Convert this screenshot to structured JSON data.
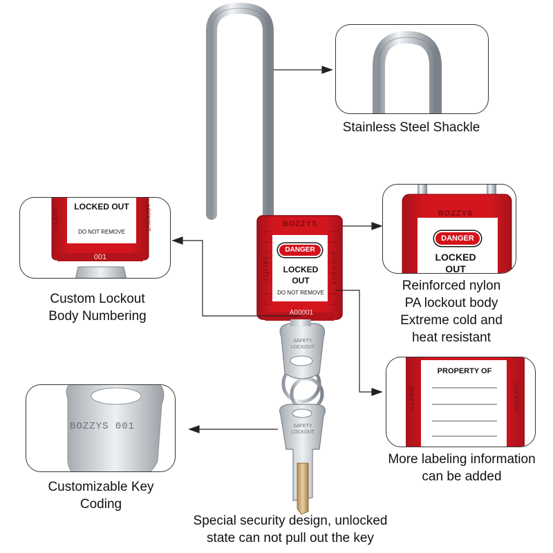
{
  "lock": {
    "brand": "BOZZYS",
    "side_left": "SAFETY",
    "side_right": "LOCKOUT",
    "danger": "DANGER",
    "locked_out": "LOCKED OUT",
    "do_not_remove": "DO NOT REMOVE",
    "serial": "A00001"
  },
  "keys": {
    "key_top_text": "SAFETY LOCKOUT",
    "key_bottom_text": "SAFETY LOCKOUT"
  },
  "callouts": {
    "shackle": {
      "caption": [
        "Stainless Steel Shackle"
      ]
    },
    "body": {
      "caption": [
        "Reinforced nylon",
        "PA lockout body",
        "Extreme cold and",
        "heat resistant"
      ],
      "brand": "BOZZYS",
      "danger": "DANGER",
      "locked_out": "LOCKED OUT"
    },
    "numbering": {
      "caption": [
        "Custom Lockout",
        "Body Numbering"
      ],
      "locked_out": "LOCKED OUT",
      "do_not_remove": "DO NOT REMOVE",
      "number": "001",
      "side_left": "SAFETY",
      "side_right": "LOCKOUT"
    },
    "labeling": {
      "caption": [
        "More labeling information",
        "can be added"
      ],
      "property_of": "PROPERTY OF",
      "side_left": "SAFETY",
      "side_right": "LOCKOUT"
    },
    "key_coding": {
      "caption": [
        "Customizable Key",
        "Coding"
      ],
      "key_text": "BOZZYS 001"
    }
  },
  "bottom_caption": [
    "Special security design, unlocked",
    "state can not pull out the key"
  ],
  "colors": {
    "lock_red": "#c8151b",
    "lock_red_dark": "#9e0f14",
    "steel": "#c9cdd2",
    "line": "#222222"
  }
}
